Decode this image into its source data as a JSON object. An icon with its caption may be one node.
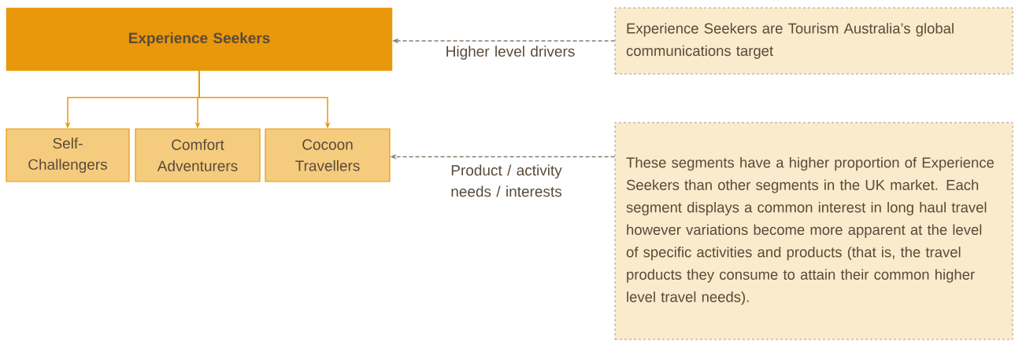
{
  "diagram": {
    "nodes": [
      {
        "text": [
          "Experience Seekers"
        ]
      },
      {
        "text": [
          "Self-Challengers"
        ]
      },
      {
        "text": [
          "Comfort Adventurers"
        ]
      },
      {
        "text": [
          "Cocoon Travellers"
        ]
      },
      {
        "text": [
          "Experience Seekers are Tourism Australia’s global communications target"
        ]
      },
      {
        "text": [
          "These segments have a higher proportion of Experience Seekers than other segments in the UK market. Each segment displays a common interest in long haul travel however variations become more apparent at the level of specific activities and products (that is, the travel products they consume to attain their common higher level travel needs)."
        ]
      }
    ],
    "edges": [
      {
        "from": 0,
        "to": 1,
        "arrow": "to"
      },
      {
        "from": 0,
        "to": 2,
        "arrow": "to"
      },
      {
        "from": 0,
        "to": 3,
        "arrow": "to"
      },
      {
        "from": 4,
        "to": 0,
        "arrow": "to",
        "label": "Higher level drivers",
        "style": "dashed",
        "color": "#8c7b6b"
      },
      {
        "from": 5,
        "to": 3,
        "arrow": "to",
        "label": "Product / activity needs / interests",
        "style": "dashed",
        "color": "#8c7b6b"
      }
    ]
  }
}
